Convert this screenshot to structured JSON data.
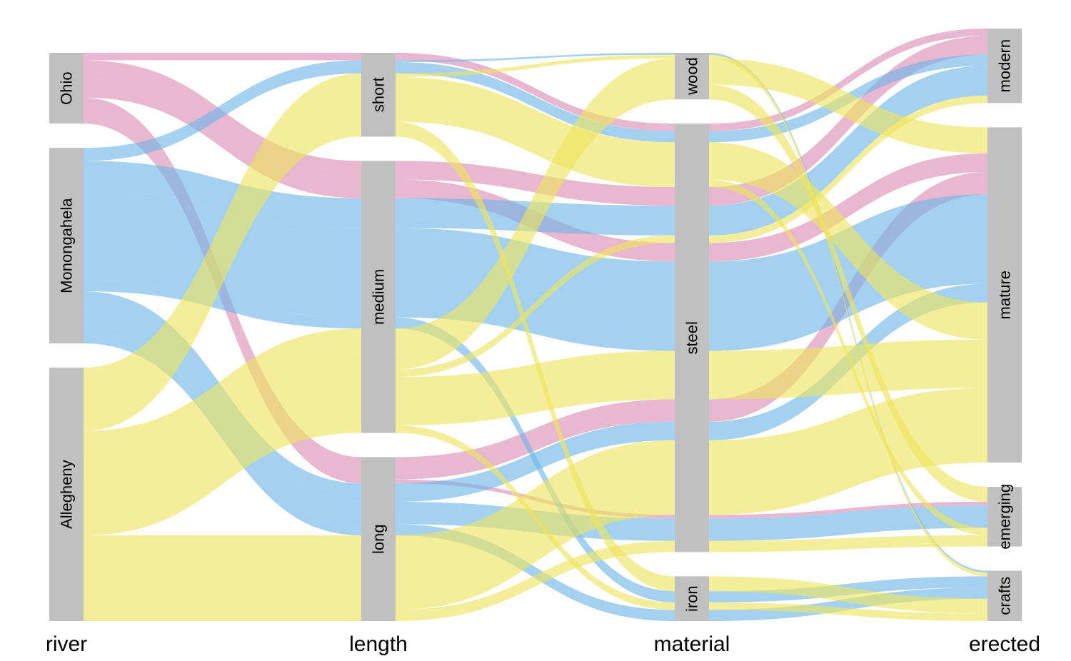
{
  "chart_data": {
    "type": "alluvial",
    "title": "",
    "axes": [
      "river",
      "length",
      "material",
      "erected"
    ],
    "strata": {
      "river": [
        "Ohio",
        "Monongahela",
        "Allegheny"
      ],
      "length": [
        "short",
        "medium",
        "long"
      ],
      "material": [
        "wood",
        "steel",
        "iron"
      ],
      "erected": [
        "modern",
        "mature",
        "emerging",
        "crafts"
      ]
    },
    "colors": {
      "Ohio": "#d98cb3",
      "Monongahela": "#6eb5e8",
      "Allegheny": "#ede45c",
      "node": "#c0c0c0"
    },
    "flows": [
      {
        "river": "Ohio",
        "length": "short",
        "material": "steel",
        "erected": "modern",
        "value": 2
      },
      {
        "river": "Ohio",
        "length": "medium",
        "material": "steel",
        "erected": "modern",
        "value": 5
      },
      {
        "river": "Ohio",
        "length": "medium",
        "material": "steel",
        "erected": "mature",
        "value": 5
      },
      {
        "river": "Ohio",
        "length": "long",
        "material": "steel",
        "erected": "mature",
        "value": 6
      },
      {
        "river": "Ohio",
        "length": "long",
        "material": "steel",
        "erected": "emerging",
        "value": 1
      },
      {
        "river": "Monongahela",
        "length": "short",
        "material": "wood",
        "erected": "crafts",
        "value": 0.5
      },
      {
        "river": "Monongahela",
        "length": "short",
        "material": "steel",
        "erected": "modern",
        "value": 3
      },
      {
        "river": "Monongahela",
        "length": "medium",
        "material": "steel",
        "erected": "modern",
        "value": 8
      },
      {
        "river": "Monongahela",
        "length": "medium",
        "material": "steel",
        "erected": "mature",
        "value": 24
      },
      {
        "river": "Monongahela",
        "length": "medium",
        "material": "iron",
        "erected": "crafts",
        "value": 3
      },
      {
        "river": "Monongahela",
        "length": "long",
        "material": "steel",
        "erected": "mature",
        "value": 5
      },
      {
        "river": "Monongahela",
        "length": "long",
        "material": "steel",
        "erected": "emerging",
        "value": 6
      },
      {
        "river": "Monongahela",
        "length": "long",
        "material": "iron",
        "erected": "crafts",
        "value": 3
      },
      {
        "river": "Allegheny",
        "length": "short",
        "material": "wood",
        "erected": "crafts",
        "value": 1
      },
      {
        "river": "Allegheny",
        "length": "short",
        "material": "steel",
        "erected": "mature",
        "value": 10
      },
      {
        "river": "Allegheny",
        "length": "short",
        "material": "steel",
        "erected": "emerging",
        "value": 2
      },
      {
        "river": "Allegheny",
        "length": "short",
        "material": "iron",
        "erected": "crafts",
        "value": 4
      },
      {
        "river": "Allegheny",
        "length": "medium",
        "material": "wood",
        "erected": "mature",
        "value": 7
      },
      {
        "river": "Allegheny",
        "length": "medium",
        "material": "wood",
        "erected": "emerging",
        "value": 4
      },
      {
        "river": "Allegheny",
        "length": "medium",
        "material": "steel",
        "erected": "modern",
        "value": 2
      },
      {
        "river": "Allegheny",
        "length": "medium",
        "material": "steel",
        "erected": "mature",
        "value": 13
      },
      {
        "river": "Allegheny",
        "length": "medium",
        "material": "iron",
        "erected": "crafts",
        "value": 2
      },
      {
        "river": "Allegheny",
        "length": "long",
        "material": "steel",
        "erected": "mature",
        "value": 20
      },
      {
        "river": "Allegheny",
        "length": "long",
        "material": "steel",
        "erected": "emerging",
        "value": 3
      }
    ]
  }
}
